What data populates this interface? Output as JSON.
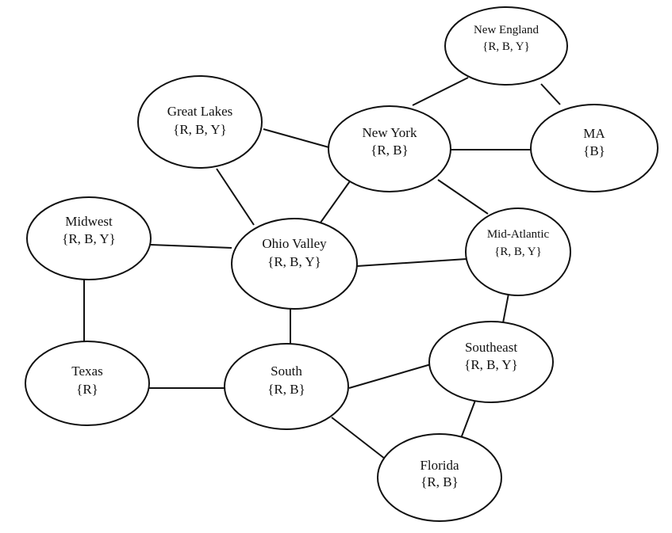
{
  "nodes": {
    "new_england": {
      "label": "New England",
      "domain": "{R, B, Y}"
    },
    "great_lakes": {
      "label": "Great Lakes",
      "domain": "{R, B, Y}"
    },
    "new_york": {
      "label": "New York",
      "domain": "{R, B}"
    },
    "ma": {
      "label": "MA",
      "domain": "{B}"
    },
    "midwest": {
      "label": "Midwest",
      "domain": "{R, B, Y}"
    },
    "ohio_valley": {
      "label": "Ohio Valley",
      "domain": "{R, B, Y}"
    },
    "mid_atlantic": {
      "label": "Mid-Atlantic",
      "domain": "{R, B, Y}"
    },
    "southeast": {
      "label": "Southeast",
      "domain": "{R, B, Y}"
    },
    "texas": {
      "label": "Texas",
      "domain": "{R}"
    },
    "south": {
      "label": "South",
      "domain": "{R, B}"
    },
    "florida": {
      "label": "Florida",
      "domain": "{R, B}"
    }
  },
  "edges": [
    [
      "new_york",
      "new_england"
    ],
    [
      "new_england",
      "ma"
    ],
    [
      "great_lakes",
      "new_york"
    ],
    [
      "new_york",
      "ma"
    ],
    [
      "great_lakes",
      "ohio_valley"
    ],
    [
      "new_york",
      "ohio_valley"
    ],
    [
      "new_york",
      "mid_atlantic"
    ],
    [
      "midwest",
      "ohio_valley"
    ],
    [
      "ohio_valley",
      "mid_atlantic"
    ],
    [
      "midwest",
      "texas"
    ],
    [
      "ohio_valley",
      "south"
    ],
    [
      "mid_atlantic",
      "southeast"
    ],
    [
      "texas",
      "south"
    ],
    [
      "south",
      "southeast"
    ],
    [
      "south",
      "florida"
    ],
    [
      "southeast",
      "florida"
    ]
  ]
}
